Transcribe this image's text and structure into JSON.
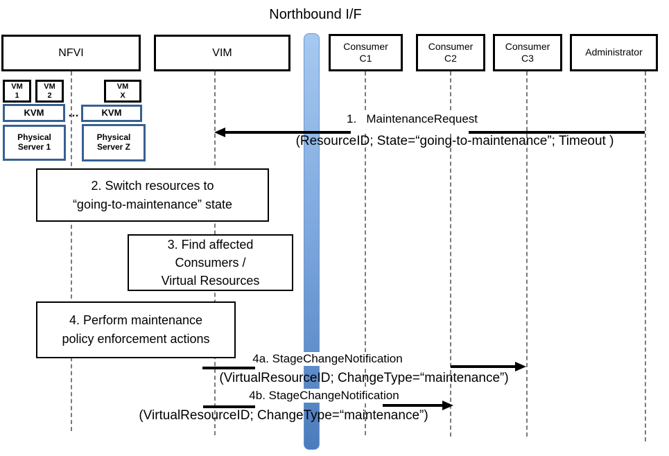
{
  "diagram": {
    "title": "Northbound I/F"
  },
  "actors": {
    "nfvi": {
      "label": "NFVI"
    },
    "vim": {
      "label": "VIM"
    },
    "consumer_c1": {
      "line1": "Consumer",
      "line2": "C1"
    },
    "consumer_c2": {
      "line1": "Consumer",
      "line2": "C2"
    },
    "consumer_c3": {
      "line1": "Consumer",
      "line2": "C3"
    },
    "administrator": {
      "label": "Administrator"
    }
  },
  "nfvi_components": {
    "vm1": {
      "line1": "VM",
      "line2": "1"
    },
    "vm2": {
      "line1": "VM",
      "line2": "2"
    },
    "vmx": {
      "line1": "VM",
      "line2": "X"
    },
    "kvm_left": {
      "label": "KVM"
    },
    "kvm_right": {
      "label": "KVM"
    },
    "ellipsis": "…",
    "server1": {
      "line1": "Physical",
      "line2": "Server 1"
    },
    "serverz": {
      "line1": "Physical",
      "line2": "Server Z"
    }
  },
  "activities": {
    "step2": {
      "line1": "2. Switch resources to",
      "line2": "“going-to-maintenance” state"
    },
    "step3": {
      "line1": "3. Find affected",
      "line2": "Consumers /",
      "line3": "Virtual Resources"
    },
    "step4": {
      "line1": "4. Perform maintenance",
      "line2": "policy enforcement actions"
    }
  },
  "messages": {
    "m1": {
      "label": "1.   MaintenanceRequest",
      "params": "(ResourceID; State=“going-to-maintenance”; Timeout )"
    },
    "m4a": {
      "label": "4a. StageChangeNotification",
      "params": "(VirtualResourceID; ChangeType=“maintenance”)"
    },
    "m4b": {
      "label": "4b. StageChangeNotification",
      "params": "(VirtualResourceID; ChangeType=“maintenance”)"
    }
  },
  "colors": {
    "component_border_blue": "#376092",
    "bar_top": "#A6C9F0",
    "bar_bottom": "#4C7CBD",
    "bar_border": "#6C96CE",
    "lifeline_gray": "#7a7a7a",
    "box_border_black": "#000000"
  }
}
